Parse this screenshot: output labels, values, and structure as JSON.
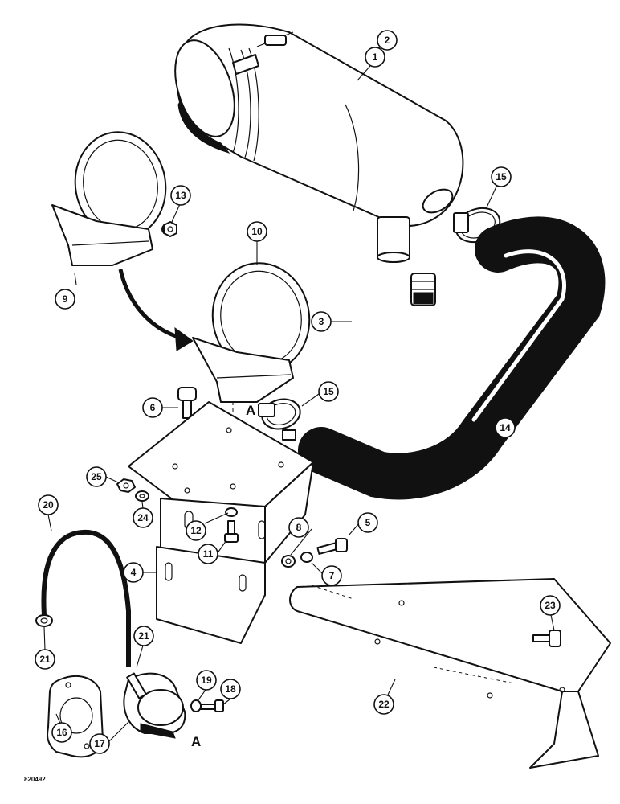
{
  "callouts": {
    "c1": "1",
    "c2": "2",
    "c3": "3",
    "c4": "4",
    "c5": "5",
    "c6": "6",
    "c7": "7",
    "c8": "8",
    "c9": "9",
    "c10": "10",
    "c11": "11",
    "c12": "12",
    "c13": "13",
    "c14": "14",
    "c15a": "15",
    "c15b": "15",
    "c16": "16",
    "c17": "17",
    "c18": "18",
    "c19": "19",
    "c20": "20",
    "c21a": "21",
    "c21b": "21",
    "c22": "22",
    "c23": "23",
    "c24": "24",
    "c25": "25"
  },
  "marks": {
    "a1": "A",
    "a2": "A"
  },
  "drawing_code": "820492"
}
